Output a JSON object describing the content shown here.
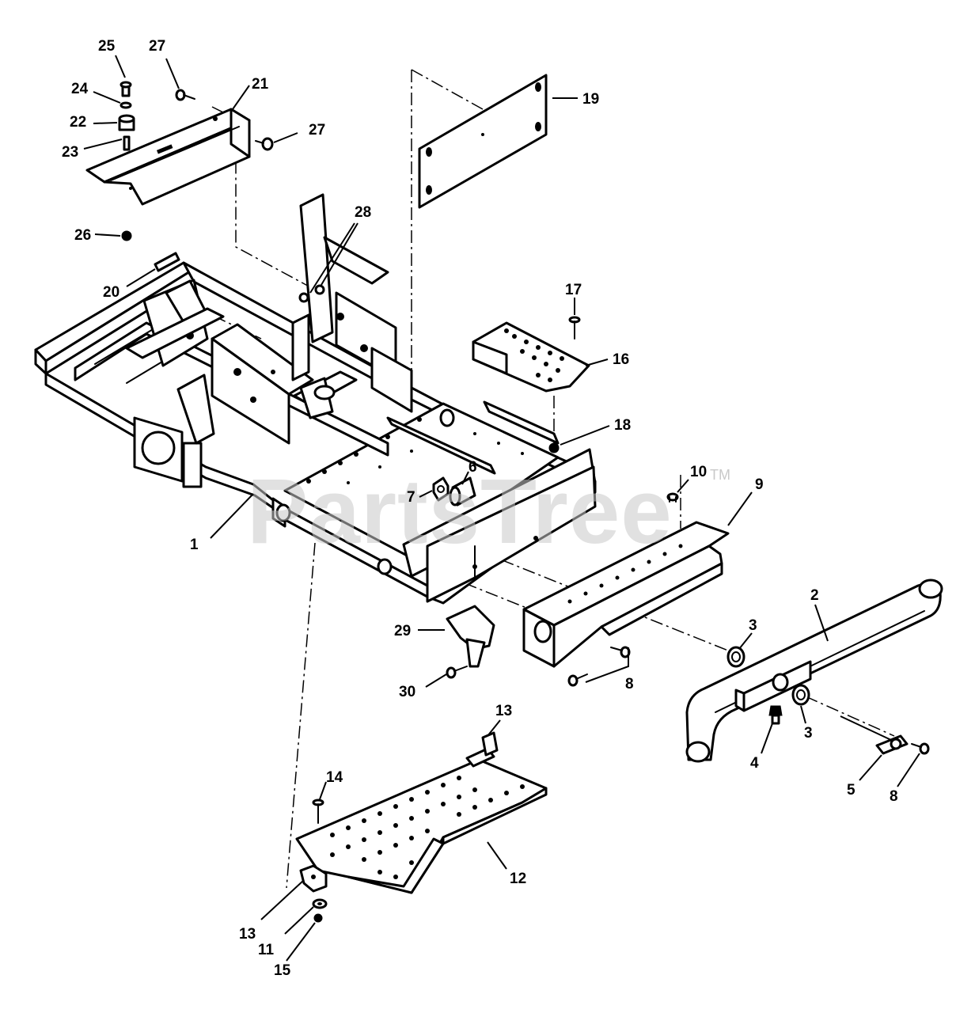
{
  "watermark": {
    "text": "PartsTree",
    "mark": "TM"
  },
  "callouts": [
    {
      "id": "c25",
      "label": "25"
    },
    {
      "id": "c27a",
      "label": "27"
    },
    {
      "id": "c21",
      "label": "21"
    },
    {
      "id": "c24",
      "label": "24"
    },
    {
      "id": "c22",
      "label": "22"
    },
    {
      "id": "c27b",
      "label": "27"
    },
    {
      "id": "c23",
      "label": "23"
    },
    {
      "id": "c26",
      "label": "26"
    },
    {
      "id": "c19",
      "label": "19"
    },
    {
      "id": "c28",
      "label": "28"
    },
    {
      "id": "c20",
      "label": "20"
    },
    {
      "id": "c17",
      "label": "17"
    },
    {
      "id": "c16",
      "label": "16"
    },
    {
      "id": "c18",
      "label": "18"
    },
    {
      "id": "c6",
      "label": "6"
    },
    {
      "id": "c7",
      "label": "7"
    },
    {
      "id": "c10",
      "label": "10"
    },
    {
      "id": "c9",
      "label": "9"
    },
    {
      "id": "c1",
      "label": "1"
    },
    {
      "id": "c2",
      "label": "2"
    },
    {
      "id": "c29",
      "label": "29"
    },
    {
      "id": "c3a",
      "label": "3"
    },
    {
      "id": "c8a",
      "label": "8"
    },
    {
      "id": "c30",
      "label": "30"
    },
    {
      "id": "c13a",
      "label": "13"
    },
    {
      "id": "c4",
      "label": "4"
    },
    {
      "id": "c3b",
      "label": "3"
    },
    {
      "id": "c14",
      "label": "14"
    },
    {
      "id": "c5",
      "label": "5"
    },
    {
      "id": "c8b",
      "label": "8"
    },
    {
      "id": "c12",
      "label": "12"
    },
    {
      "id": "c13b",
      "label": "13"
    },
    {
      "id": "c11",
      "label": "11"
    },
    {
      "id": "c15",
      "label": "15"
    }
  ]
}
